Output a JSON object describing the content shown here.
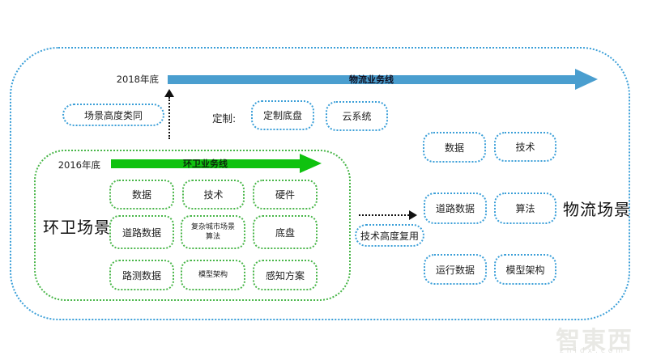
{
  "colors": {
    "blue_accent": "#4a9ecf",
    "blue_border": "#3b9fd8",
    "green_accent": "#0fc20f",
    "green_border": "#49b649"
  },
  "timeline": {
    "logistics_year": "2018年底",
    "logistics_arrow_label": "物流业务线",
    "sanitation_year": "2016年底",
    "sanitation_arrow_label": "环卫业务线"
  },
  "annotations": {
    "similarity": "场景高度类同",
    "custom_prefix": "定制:",
    "custom_box_1": "定制底盘",
    "custom_box_2": "云系统",
    "reuse": "技术高度复用"
  },
  "sanitation_scene": {
    "title": "环卫场景",
    "boxes": [
      "数据",
      "技术",
      "硬件",
      "道路数据",
      "复杂城市场景\n算法",
      "底盘",
      "路测数据",
      "模型架构",
      "感知方案"
    ]
  },
  "logistics_scene": {
    "title": "物流场景",
    "boxes": [
      "数据",
      "技术",
      "道路数据",
      "算法",
      "运行数据",
      "模型架构"
    ]
  },
  "watermark": {
    "brand": "智東西",
    "domain": "zhidx.com"
  }
}
